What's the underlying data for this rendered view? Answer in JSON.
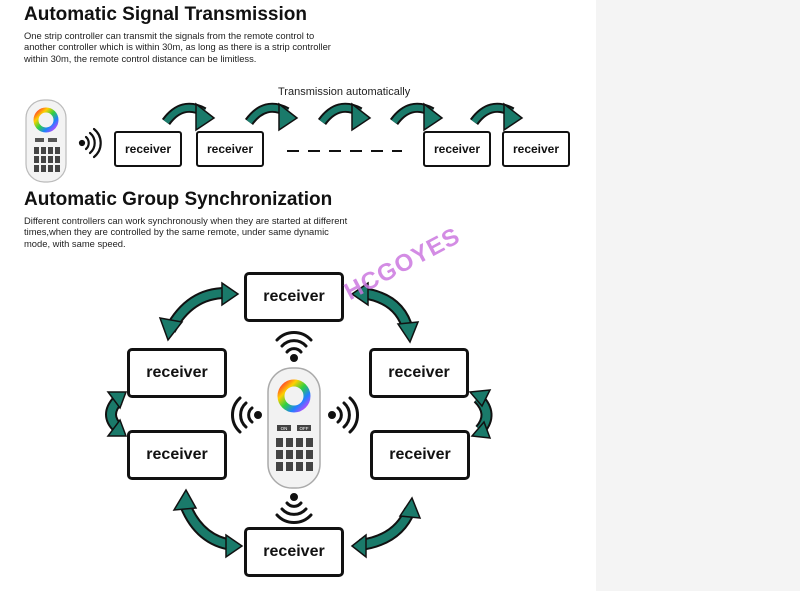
{
  "section1": {
    "title": "Automatic Signal Transmission",
    "description": [
      "One strip controller can transmit the signals from the remote control to",
      "another controller which is within 30m, as long as there is a strip controller",
      "within 30m, the remote control distance can be limitless."
    ],
    "transmission_label": "Transmission automatically",
    "receiver_label": "receiver"
  },
  "section2": {
    "title": "Automatic Group Synchronization",
    "description": [
      "Different controllers can work synchronously when they are started at different",
      "times,when they are controlled by the same remote, under same dynamic",
      "mode, with same speed."
    ],
    "receiver_label": "receiver"
  },
  "remote": {
    "on_label": "ON",
    "off_label": "OFF"
  },
  "watermark": "HCGOYES",
  "colors": {
    "arrow": "#1a7a6a",
    "arrow_outline": "#111111"
  }
}
